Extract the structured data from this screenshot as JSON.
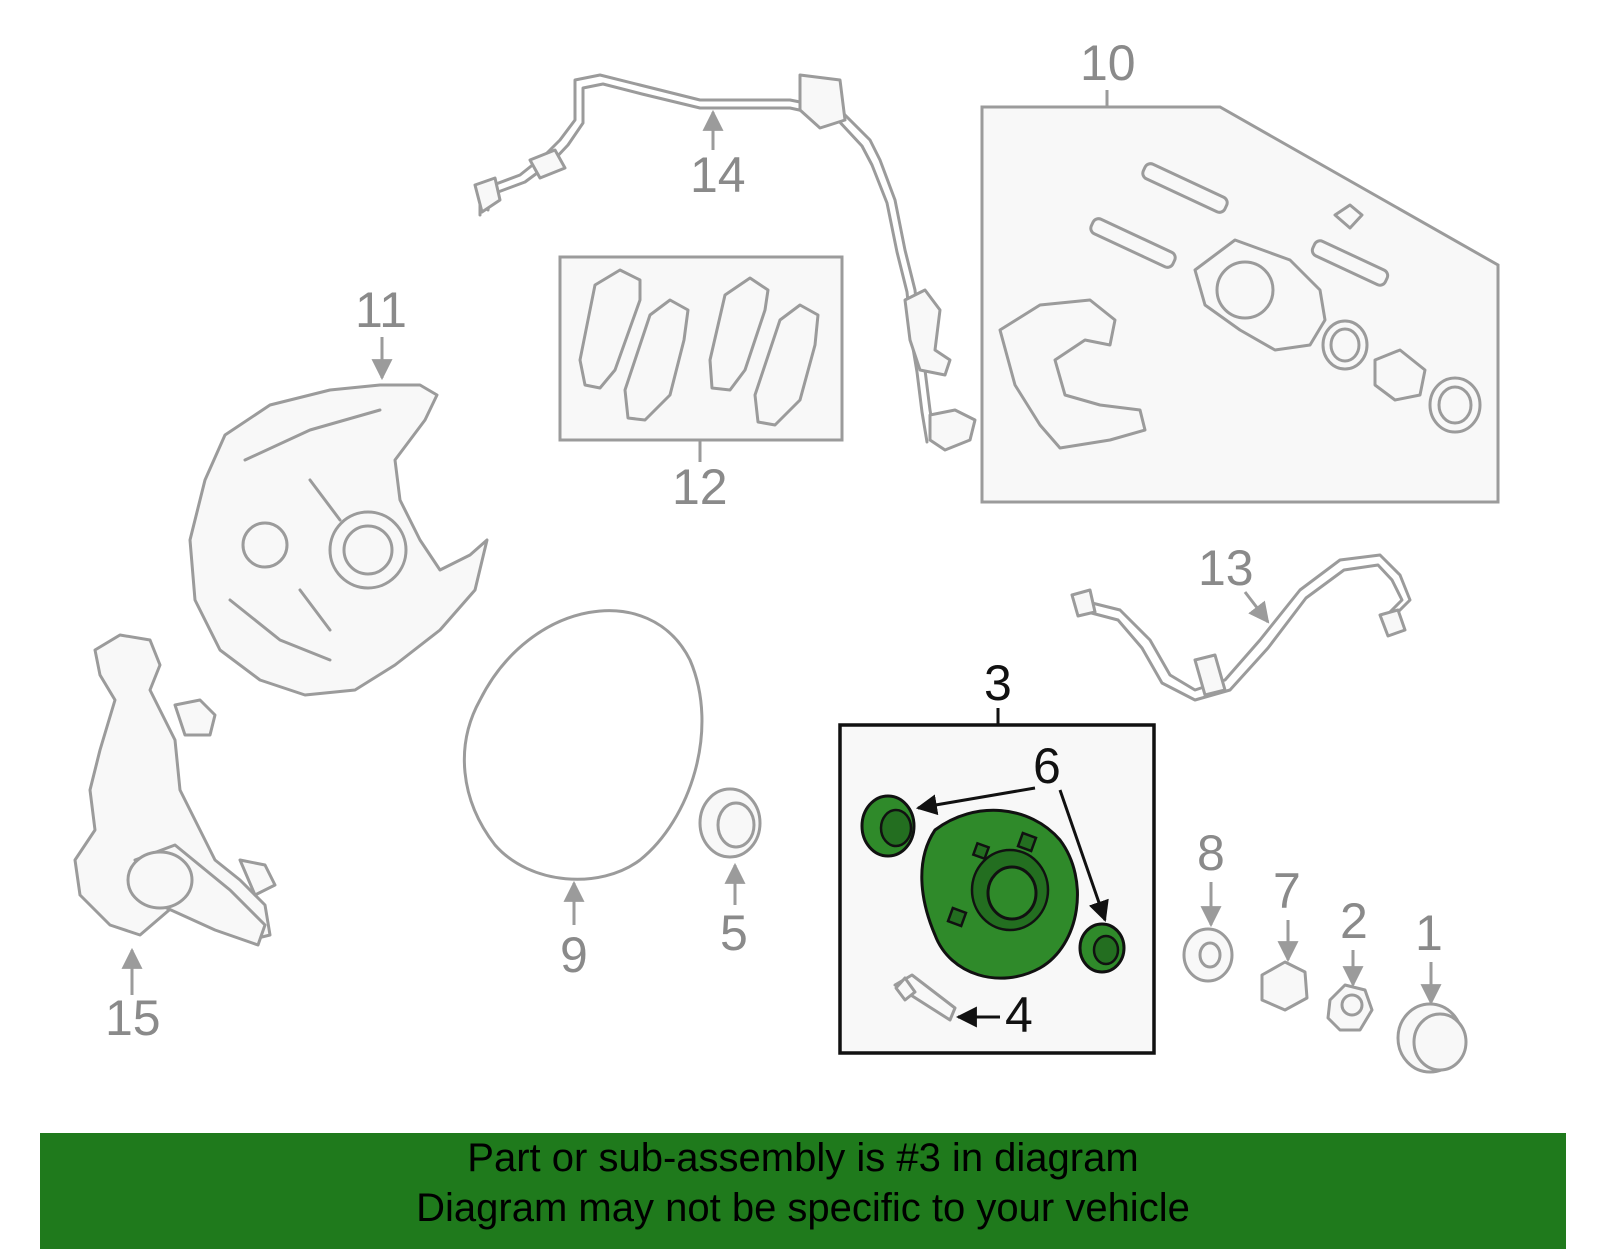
{
  "colors": {
    "highlight_green": "#2f8a2a",
    "banner_green": "#1f7a1c",
    "part_outline": "#9b9b9b",
    "highlight_outline": "#111111"
  },
  "callouts": {
    "c1": "1",
    "c2": "2",
    "c3": "3",
    "c4": "4",
    "c5": "5",
    "c6": "6",
    "c7": "7",
    "c8": "8",
    "c9": "9",
    "c10": "10",
    "c11": "11",
    "c12": "12",
    "c13": "13",
    "c14": "14",
    "c15": "15"
  },
  "highlighted_part": "3",
  "banner": {
    "line1": "Part or sub-assembly is #3 in diagram",
    "line2": "Diagram may not be specific to your vehicle"
  }
}
